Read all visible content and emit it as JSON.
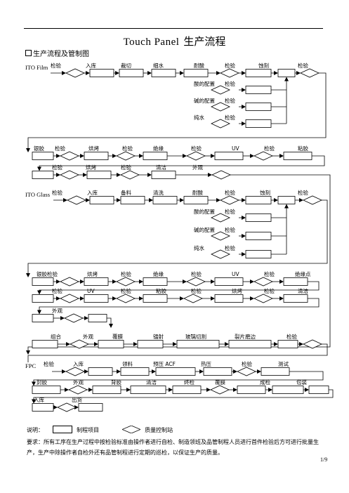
{
  "header": {
    "title_en": "Touch   Panel",
    "title_zh": "生产流程",
    "subtitle": "生产流程及管制图"
  },
  "section1": {
    "row_label": "ITO Film",
    "main_labels": [
      "检验",
      "入库",
      "裁切",
      "细水",
      "耐酸",
      "检验",
      "蚀刻",
      "检验"
    ],
    "branch_labels": [
      [
        "酸的配置",
        "检验"
      ],
      [
        "碱的配置",
        "检验"
      ],
      [
        "纯水",
        "检验"
      ]
    ]
  },
  "section2": {
    "row1_labels": [
      "银胶",
      "检验",
      "烘烤",
      "检验",
      "绝缘",
      "检验",
      "UV",
      "检验",
      "粘胶"
    ],
    "row2_labels": [
      "检验",
      "烘烤",
      "检验",
      "清洁",
      "外观"
    ]
  },
  "section3": {
    "row_label": "ITO Glass",
    "main_labels": [
      "检验",
      "入库",
      "备料",
      "清洗",
      "耐酸",
      "检验",
      "蚀刻",
      "检验"
    ],
    "branch_labels": [
      [
        "酸的配置",
        "检验"
      ],
      [
        "碱的配置",
        "检验"
      ],
      [
        "纯水",
        "检验"
      ]
    ]
  },
  "section4": {
    "row1_labels": [
      "银胶检验",
      "烘烤",
      "检验",
      "绝缘",
      "检验",
      "UV",
      "检验",
      "绝缘点"
    ],
    "row2_labels": [
      "检验",
      "UV",
      "检验",
      "粘胶",
      "检验",
      "烘烤",
      "检验",
      "清洁"
    ],
    "row3_labels": [
      "外观"
    ]
  },
  "section5": {
    "labels": [
      "组合",
      "外观",
      "覆膜",
      "镭射",
      "玻璃切割",
      "裂片磨边",
      "检验"
    ]
  },
  "section6": {
    "row_label": "FPC",
    "row1_labels": [
      "检验",
      "入库",
      "领料",
      "预压 ACF",
      "热压",
      "检验",
      "测试"
    ],
    "row2_labels": [
      "封胶",
      "外观",
      "背胶",
      "清洁",
      "终检",
      "覆膜",
      "成检",
      "包装"
    ],
    "row3_labels": [
      "入库",
      "出货"
    ]
  },
  "legend": {
    "prefix": "说明：",
    "rect_label": "制程项目",
    "diamond_label": "质量控制站"
  },
  "note": "要求：所有工序在生产过程中按检验标准由操作者进行自检、制造领班及品管制程人员进行首件检验后方可进行批量生产，生产中除操作者自检外还有品管制程进行定期的巡检，以保证生产的质量。",
  "page_number": "1/9"
}
